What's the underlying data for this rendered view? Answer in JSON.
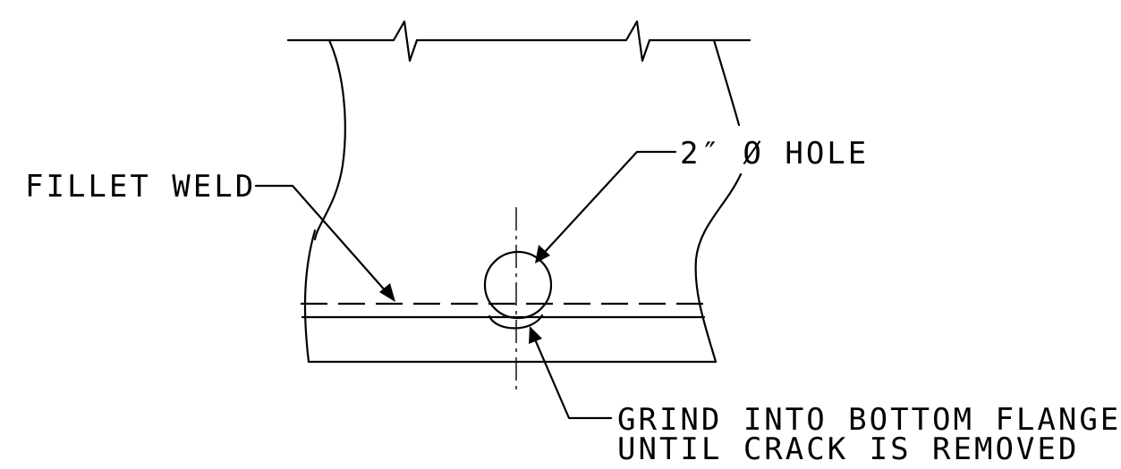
{
  "labels": {
    "fillet_weld": "FILLET WELD",
    "hole": "2″ Ø HOLE",
    "grind_line1": "GRIND INTO BOTTOM FLANGE",
    "grind_line2": "UNTIL CRACK IS REMOVED"
  },
  "colors": {
    "line": "#000000",
    "background": "#ffffff"
  }
}
